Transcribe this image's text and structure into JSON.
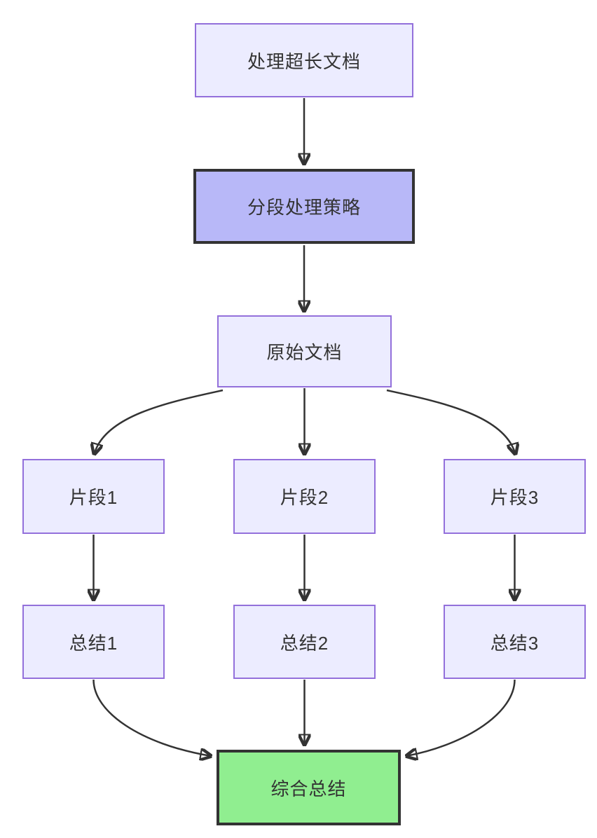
{
  "diagram": {
    "type": "flowchart",
    "direction": "top-down",
    "nodes": [
      {
        "id": "doc",
        "label": "处理超长文档",
        "style": "default"
      },
      {
        "id": "strategy",
        "label": "分段处理策略",
        "style": "highlight"
      },
      {
        "id": "original",
        "label": "原始文档",
        "style": "default"
      },
      {
        "id": "frag1",
        "label": "片段1",
        "style": "default"
      },
      {
        "id": "frag2",
        "label": "片段2",
        "style": "default"
      },
      {
        "id": "frag3",
        "label": "片段3",
        "style": "default"
      },
      {
        "id": "sum1",
        "label": "总结1",
        "style": "default"
      },
      {
        "id": "sum2",
        "label": "总结2",
        "style": "default"
      },
      {
        "id": "sum3",
        "label": "总结3",
        "style": "default"
      },
      {
        "id": "final",
        "label": "综合总结",
        "style": "success"
      }
    ],
    "edges": [
      {
        "from": "doc",
        "to": "strategy"
      },
      {
        "from": "strategy",
        "to": "original"
      },
      {
        "from": "original",
        "to": "frag1"
      },
      {
        "from": "original",
        "to": "frag2"
      },
      {
        "from": "original",
        "to": "frag3"
      },
      {
        "from": "frag1",
        "to": "sum1"
      },
      {
        "from": "frag2",
        "to": "sum2"
      },
      {
        "from": "frag3",
        "to": "sum3"
      },
      {
        "from": "sum1",
        "to": "final"
      },
      {
        "from": "sum2",
        "to": "final"
      },
      {
        "from": "sum3",
        "to": "final"
      }
    ],
    "colors": {
      "node_fill": "#ECECFF",
      "node_border": "#9370DB",
      "highlight_fill": "#B8B8F8",
      "highlight_border": "#333333",
      "success_fill": "#90EE90",
      "success_border": "#333333",
      "edge_stroke": "#333333",
      "text": "#333333",
      "background": "#FFFFFF"
    }
  }
}
